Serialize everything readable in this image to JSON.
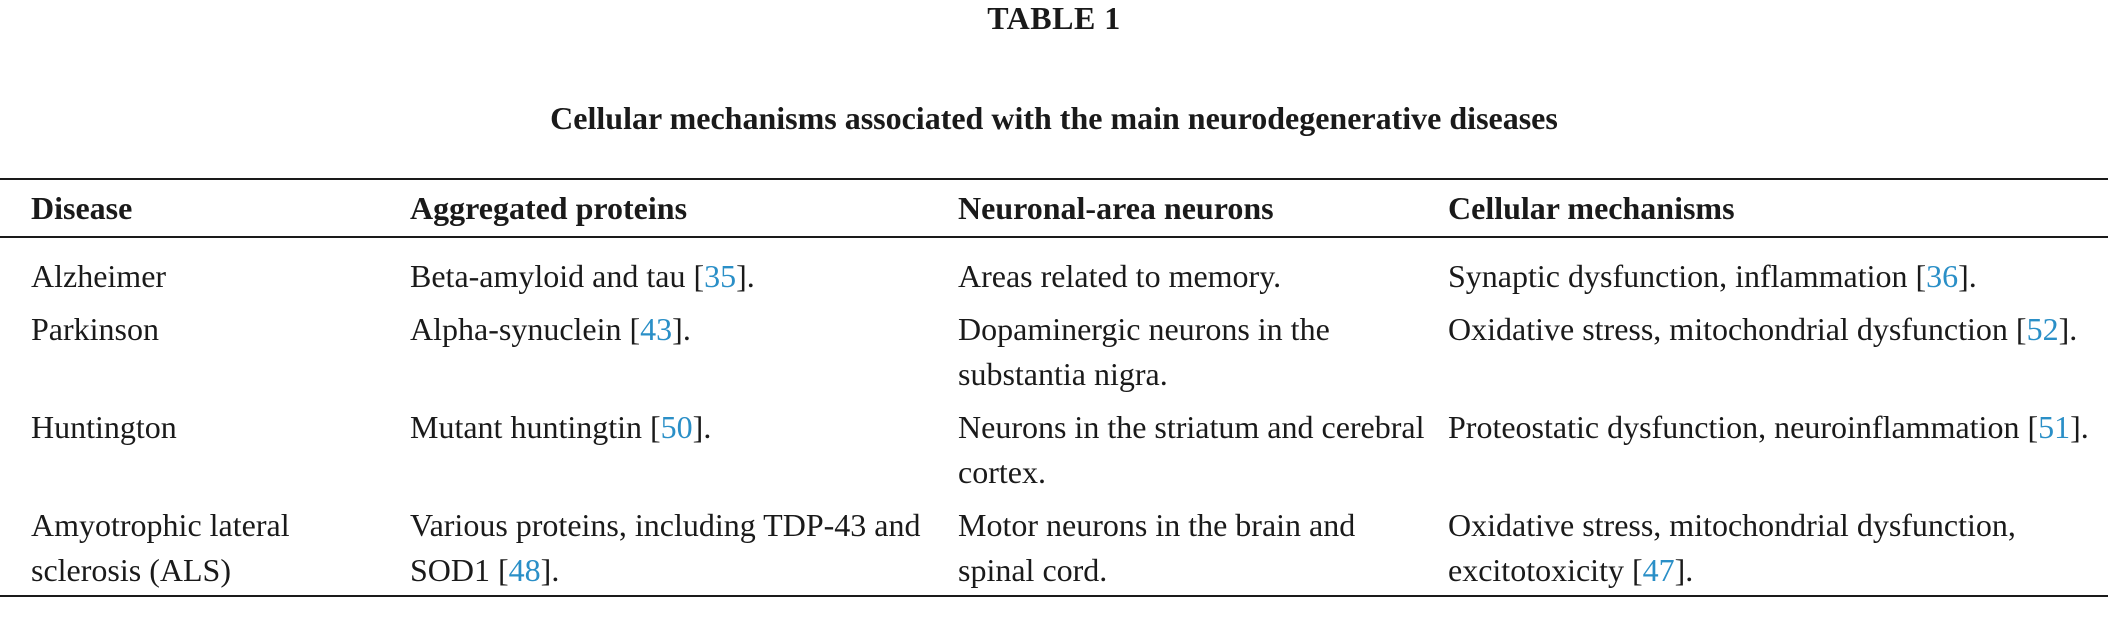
{
  "table_label": "TABLE 1",
  "caption": "Cellular mechanisms associated with the main neurodegenerative diseases",
  "headers": [
    "Disease",
    "Aggregated proteins",
    "Neuronal-area neurons",
    "Cellular mechanisms"
  ],
  "rows": [
    {
      "disease": "Alzheimer",
      "proteins": {
        "text": "Beta-amyloid and tau [",
        "ref": "35",
        "end": "]."
      },
      "area": "Areas related to memory.",
      "mechanisms": {
        "text": "Synaptic dysfunction, inflammation [",
        "ref": "36",
        "end": "]."
      }
    },
    {
      "disease": "Parkinson",
      "proteins": {
        "text": "Alpha-synuclein [",
        "ref": "43",
        "end": "]."
      },
      "area": "Dopaminergic neurons in the substantia nigra.",
      "mechanisms": {
        "text": "Oxidative stress, mitochondrial dysfunction [",
        "ref": "52",
        "end": "]."
      }
    },
    {
      "disease": "Huntington",
      "proteins": {
        "text": "Mutant huntingtin [",
        "ref": "50",
        "end": "]."
      },
      "area": "Neurons in the striatum and cerebral cortex.",
      "mechanisms": {
        "text": "Proteostatic dysfunction, neuroinflammation [",
        "ref": "51",
        "end": "]."
      }
    },
    {
      "disease": "Amyotrophic lateral sclerosis (ALS)",
      "proteins": {
        "text": "Various proteins, including TDP-43 and SOD1 [",
        "ref": "48",
        "end": "]."
      },
      "area": "Motor neurons in the brain and spinal cord.",
      "mechanisms": {
        "text": "Oxidative stress, mitochondrial dysfunction, excitotoxicity [",
        "ref": "47",
        "end": "]."
      }
    }
  ],
  "colors": {
    "text": "#1a1a1a",
    "reference_link": "#2a8fc7"
  }
}
